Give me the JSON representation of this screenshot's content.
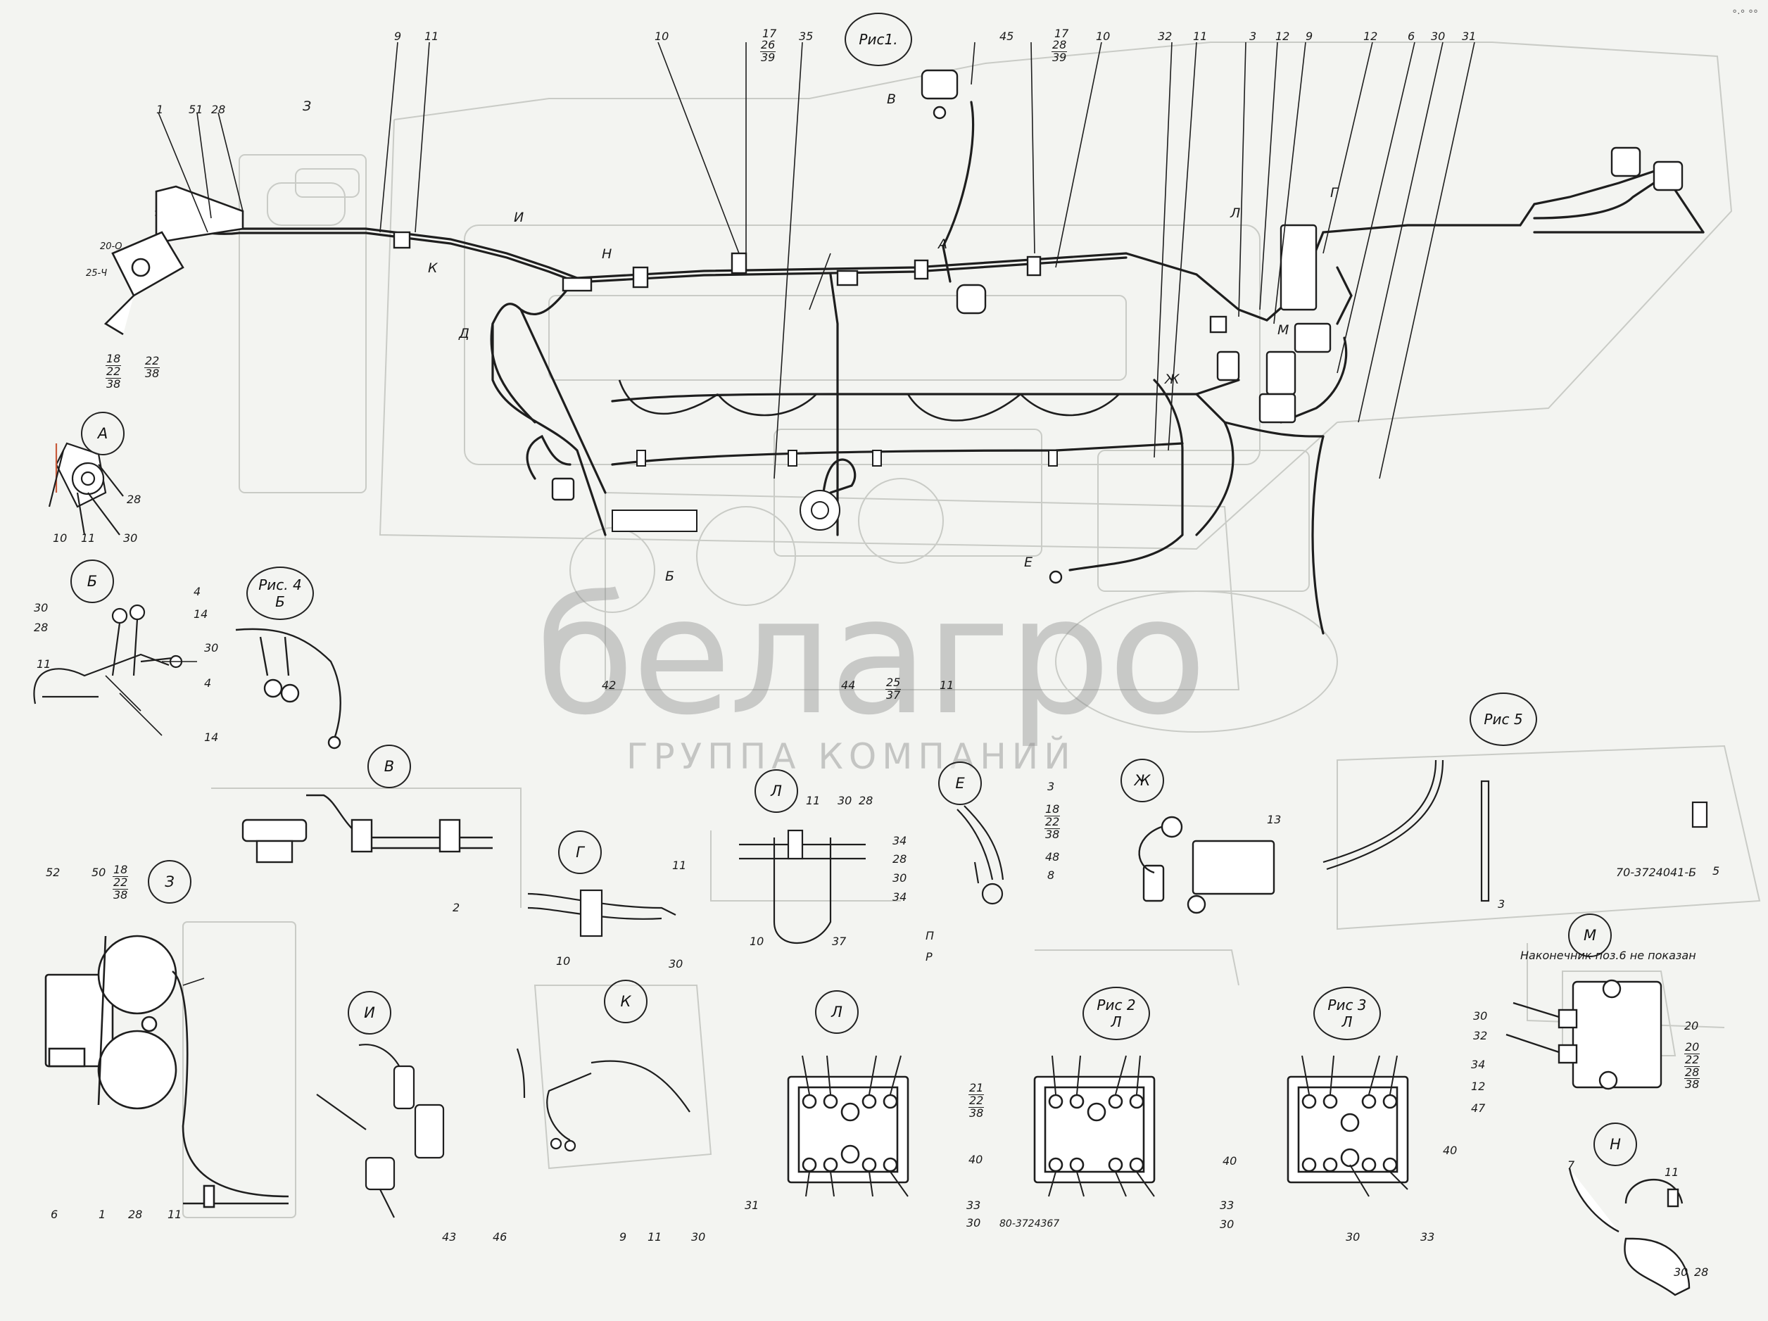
{
  "watermark": {
    "name": "белагро",
    "subtitle": "ГРУППА КОМПАНИЙ"
  },
  "corner_mark": "°·° °°",
  "view_circles": {
    "ris1": "Рис1.",
    "A": "А",
    "B": "Б",
    "V": "В",
    "Z": "З",
    "G": "Г",
    "L1": "Л",
    "E": "Е",
    "Zh": "Ж",
    "I": "И",
    "K": "К",
    "L2": "Л",
    "M": "М",
    "N": "Н",
    "ris4": [
      "Рис. 4",
      "Б"
    ],
    "ris2": [
      "Рис 2",
      "Л"
    ],
    "ris3": [
      "Рис 3",
      "Л"
    ],
    "ris5": "Рис 5"
  },
  "main_view_letters": {
    "I": "И",
    "N": "Н",
    "K": "К",
    "A": "А",
    "D": "Д",
    "B": "Б",
    "E": "Е",
    "Zh": "Ж",
    "M": "М",
    "G": "Г",
    "V": "В",
    "L": "Л",
    "Z": "З"
  },
  "top_callouts": [
    "1",
    "51",
    "28",
    "3",
    "9",
    "11",
    "10",
    "17",
    "35",
    "45",
    "17",
    "10",
    "32",
    "11",
    "3",
    "12",
    "9",
    "12",
    "6",
    "30",
    "31"
  ],
  "fractions": {
    "f17_26_39": [
      "17",
      "26",
      "39"
    ],
    "f17_28_39": [
      "17",
      "28",
      "39"
    ],
    "f18_22_38": [
      "18",
      "22",
      "38"
    ],
    "f22_38": [
      "22",
      "38"
    ],
    "f25_37": [
      "25",
      "37"
    ],
    "f18_22_38_zh": [
      "18",
      "22",
      "38"
    ],
    "f18_22_38_z": [
      "18",
      "22",
      "38"
    ],
    "f21_22_38": [
      "21",
      "22",
      "38"
    ],
    "f20_22_28_38": [
      "20",
      "22",
      "28",
      "38"
    ]
  },
  "bottom_callouts_main": [
    "42",
    "44",
    "11"
  ],
  "labels": {
    "view_A": [
      "10",
      "11",
      "30",
      "28"
    ],
    "view_B": [
      "30",
      "28",
      "11",
      "4",
      "14"
    ],
    "ris4": [
      "30",
      "4",
      "14"
    ],
    "view_V": [
      "2"
    ],
    "view_Z": [
      "52",
      "50",
      "6",
      "1",
      "28",
      "11"
    ],
    "view_G": [
      "11",
      "10",
      "30"
    ],
    "view_L1": [
      "11",
      "30",
      "28",
      "10",
      "37"
    ],
    "view_E": [
      "34",
      "28",
      "30",
      "34",
      "П",
      "Р"
    ],
    "view_Zh": [
      "3",
      "48",
      "8",
      "13"
    ],
    "ris5": [
      "3",
      "70-3724041-Б",
      "5"
    ],
    "view_M": [
      "Наконечник поз.6 не показан",
      "30",
      "32",
      "34",
      "12",
      "47",
      "20"
    ],
    "view_I": [
      "43",
      "46"
    ],
    "view_K": [
      "9",
      "11",
      "30"
    ],
    "view_L2": [
      "31",
      "40",
      "33",
      "30"
    ],
    "ris2": [
      "80-3724367",
      "40",
      "33",
      "30"
    ],
    "ris3": [
      "30",
      "33",
      "40"
    ],
    "view_N": [
      "7",
      "11",
      "30",
      "28"
    ]
  },
  "terminal_marks": [
    "20-О",
    "25-Ч"
  ]
}
